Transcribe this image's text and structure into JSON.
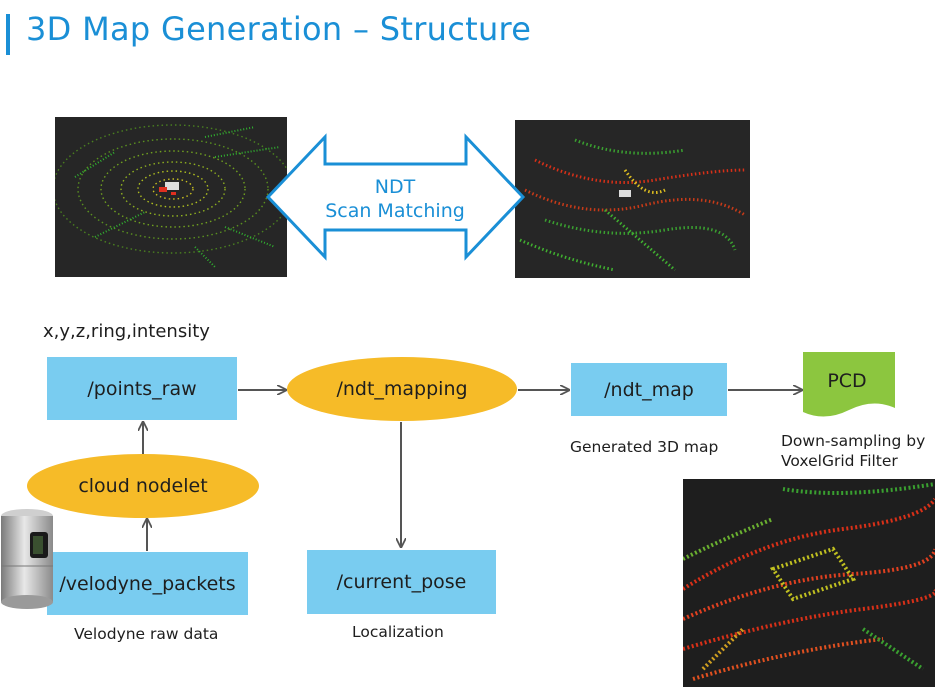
{
  "title": "3D Map Generation – Structure",
  "ndt_label": {
    "line1": "NDT",
    "line2": "Scan Matching"
  },
  "nodes": {
    "points_raw": "/points_raw",
    "ndt_mapping": "/ndt_mapping",
    "ndt_map": "/ndt_map",
    "cloud_nodelet": "cloud nodelet",
    "velodyne_packets": "/velodyne_packets",
    "current_pose": "/current_pose",
    "pcd": "PCD"
  },
  "captions": {
    "fields": "x,y,z,ring,intensity",
    "generated_map": "Generated 3D map",
    "downsampling_line1": "Down-sampling by",
    "downsampling_line2": "VoxelGrid Filter",
    "velodyne_raw": "Velodyne raw data",
    "localization": "Localization"
  },
  "colors": {
    "title_blue": "#1a8fd6",
    "box_blue": "#79ccf0",
    "ellipse_orange": "#f6bb28",
    "pcd_green": "#8cc63f",
    "arrow_gray": "#555555"
  }
}
